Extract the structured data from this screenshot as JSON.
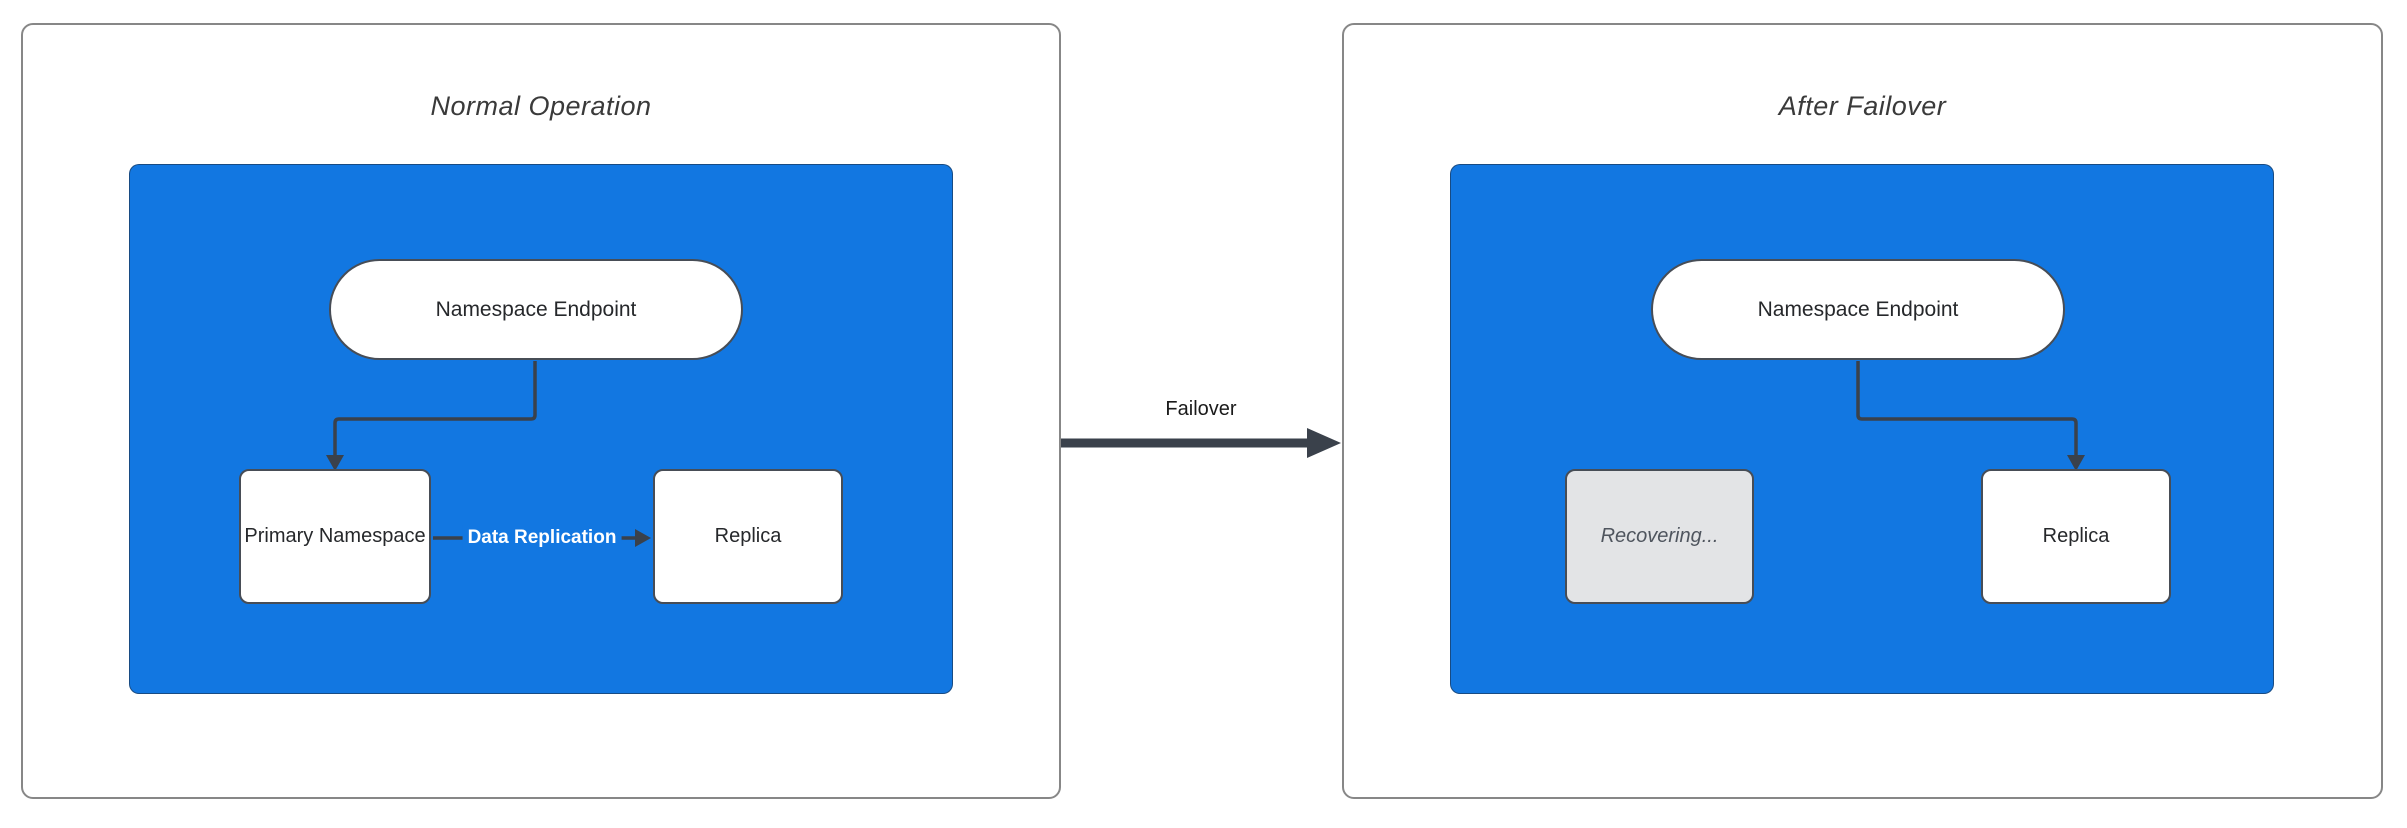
{
  "panels": [
    {
      "title": "Normal Operation",
      "nodes": {
        "endpoint": "Namespace Endpoint",
        "primary": "Primary Namespace",
        "replica": "Replica"
      },
      "edge_label": "Data Replication"
    },
    {
      "title": "After Failover",
      "nodes": {
        "endpoint": "Namespace Endpoint",
        "recovering": "Recovering...",
        "replica": "Replica"
      }
    }
  ],
  "transition_label": "Failover",
  "colors": {
    "cluster_fill": "#1277e1",
    "node_fill": "#ffffff",
    "node_border": "#474d56",
    "recovering_fill": "#e3e4e6",
    "recovering_text": "#4f555e",
    "arrow": "#3a414b",
    "edge_label_text": "#ffffff",
    "panel_border": "#878787",
    "title_text": "#3a3a3a"
  }
}
